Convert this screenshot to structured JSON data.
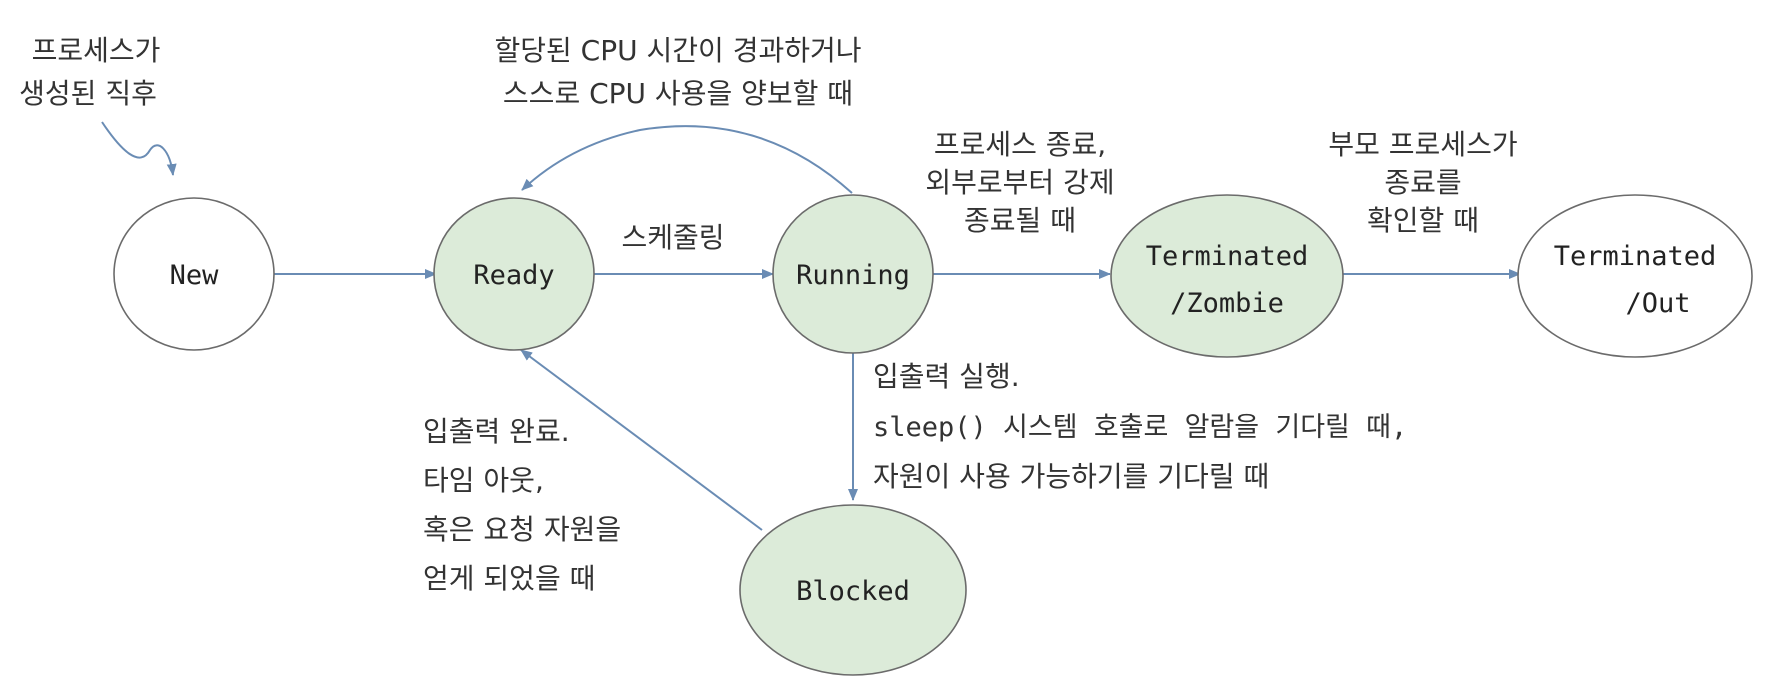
{
  "states": {
    "new": "New",
    "ready": "Ready",
    "running": "Running",
    "blocked": "Blocked",
    "terminated_zombie": [
      "Terminated",
      "/Zombie"
    ],
    "terminated_out": [
      "Terminated",
      "/Out"
    ]
  },
  "annotations": {
    "creation": [
      "프로세스가",
      "생성된 직후"
    ],
    "preempt": [
      "할당된 CPU 시간이 경과하거나",
      "스스로 CPU 사용을 양보할 때"
    ],
    "dispatch": "스케줄링",
    "terminate": [
      "프로세스 종료,",
      "외부로부터 강제",
      "종료될 때"
    ],
    "parent_ack": [
      "부모 프로세스가",
      "종료를",
      "확인할 때"
    ],
    "io_wait": [
      "입출력 실행.",
      "sleep() 시스템 호출로 알람을 기다릴 때,",
      "자원이 사용 가능하기를 기다릴 때"
    ],
    "io_done": [
      "입출력 완료.",
      "타임 아웃,",
      "혹은 요청 자원을",
      "얻게 되었을 때"
    ]
  },
  "colors": {
    "active_fill": "#dcebd9",
    "idle_fill": "#ffffff",
    "arrow": "#6a8cb4",
    "outline": "#6b6b6b"
  }
}
